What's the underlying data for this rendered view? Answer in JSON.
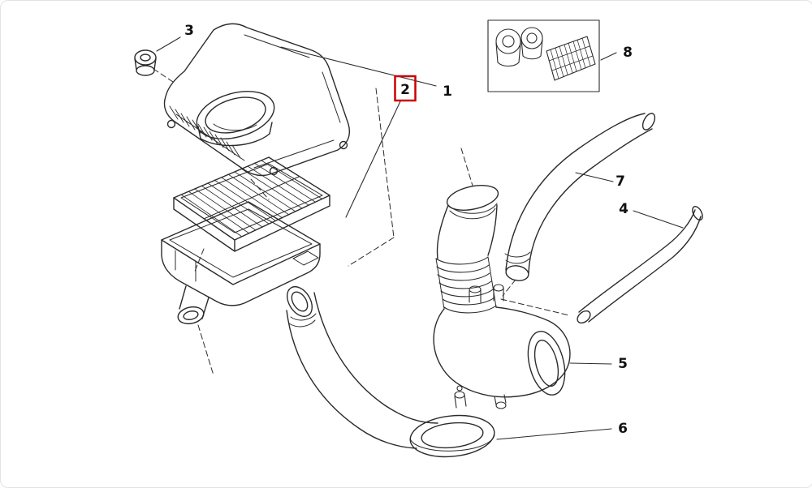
{
  "figure": {
    "background": "#ffffff",
    "line_color": "#2b2b2b",
    "label_color": "#111111",
    "highlight_color": "#cc0000",
    "callouts": [
      {
        "label": "1",
        "highlighted": false
      },
      {
        "label": "2",
        "highlighted": true
      },
      {
        "label": "3",
        "highlighted": false
      },
      {
        "label": "4",
        "highlighted": false
      },
      {
        "label": "5",
        "highlighted": false
      },
      {
        "label": "6",
        "highlighted": false
      },
      {
        "label": "7",
        "highlighted": false
      },
      {
        "label": "8",
        "highlighted": false
      }
    ]
  }
}
